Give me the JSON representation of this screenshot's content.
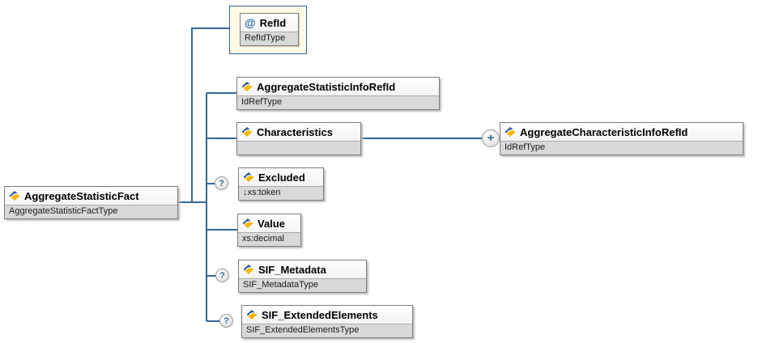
{
  "root": {
    "name": "AggregateStatisticFact",
    "type": "AggregateStatisticFactType"
  },
  "attribute": {
    "marker": "@",
    "name": "RefId",
    "type": "RefIdType"
  },
  "children": [
    {
      "name": "AggregateStatisticInfoRefId",
      "type": "IdRefType"
    },
    {
      "name": "Characteristics",
      "type": ""
    },
    {
      "name": "Excluded",
      "type": "↓xs:token"
    },
    {
      "name": "Value",
      "type": "xs:decimal"
    },
    {
      "name": "SIF_Metadata",
      "type": "SIF_MetadataType"
    },
    {
      "name": "SIF_ExtendedElements",
      "type": "SIF_ExtendedElementsType"
    }
  ],
  "expansion": {
    "name": "AggregateCharacteristicInfoRefId",
    "type": "IdRefType"
  },
  "markers": {
    "optional": "?",
    "expand": "+"
  },
  "colors": {
    "wire": "#35679A",
    "box_border": "#7d7d7d",
    "type_band": "#d9d9d9",
    "attr_container_bg": "#fffbe6",
    "attr_container_border": "#35679A",
    "icon_blue": "#2a5a9f",
    "icon_yellow": "#f2b807",
    "marker_text": "#35679A"
  }
}
